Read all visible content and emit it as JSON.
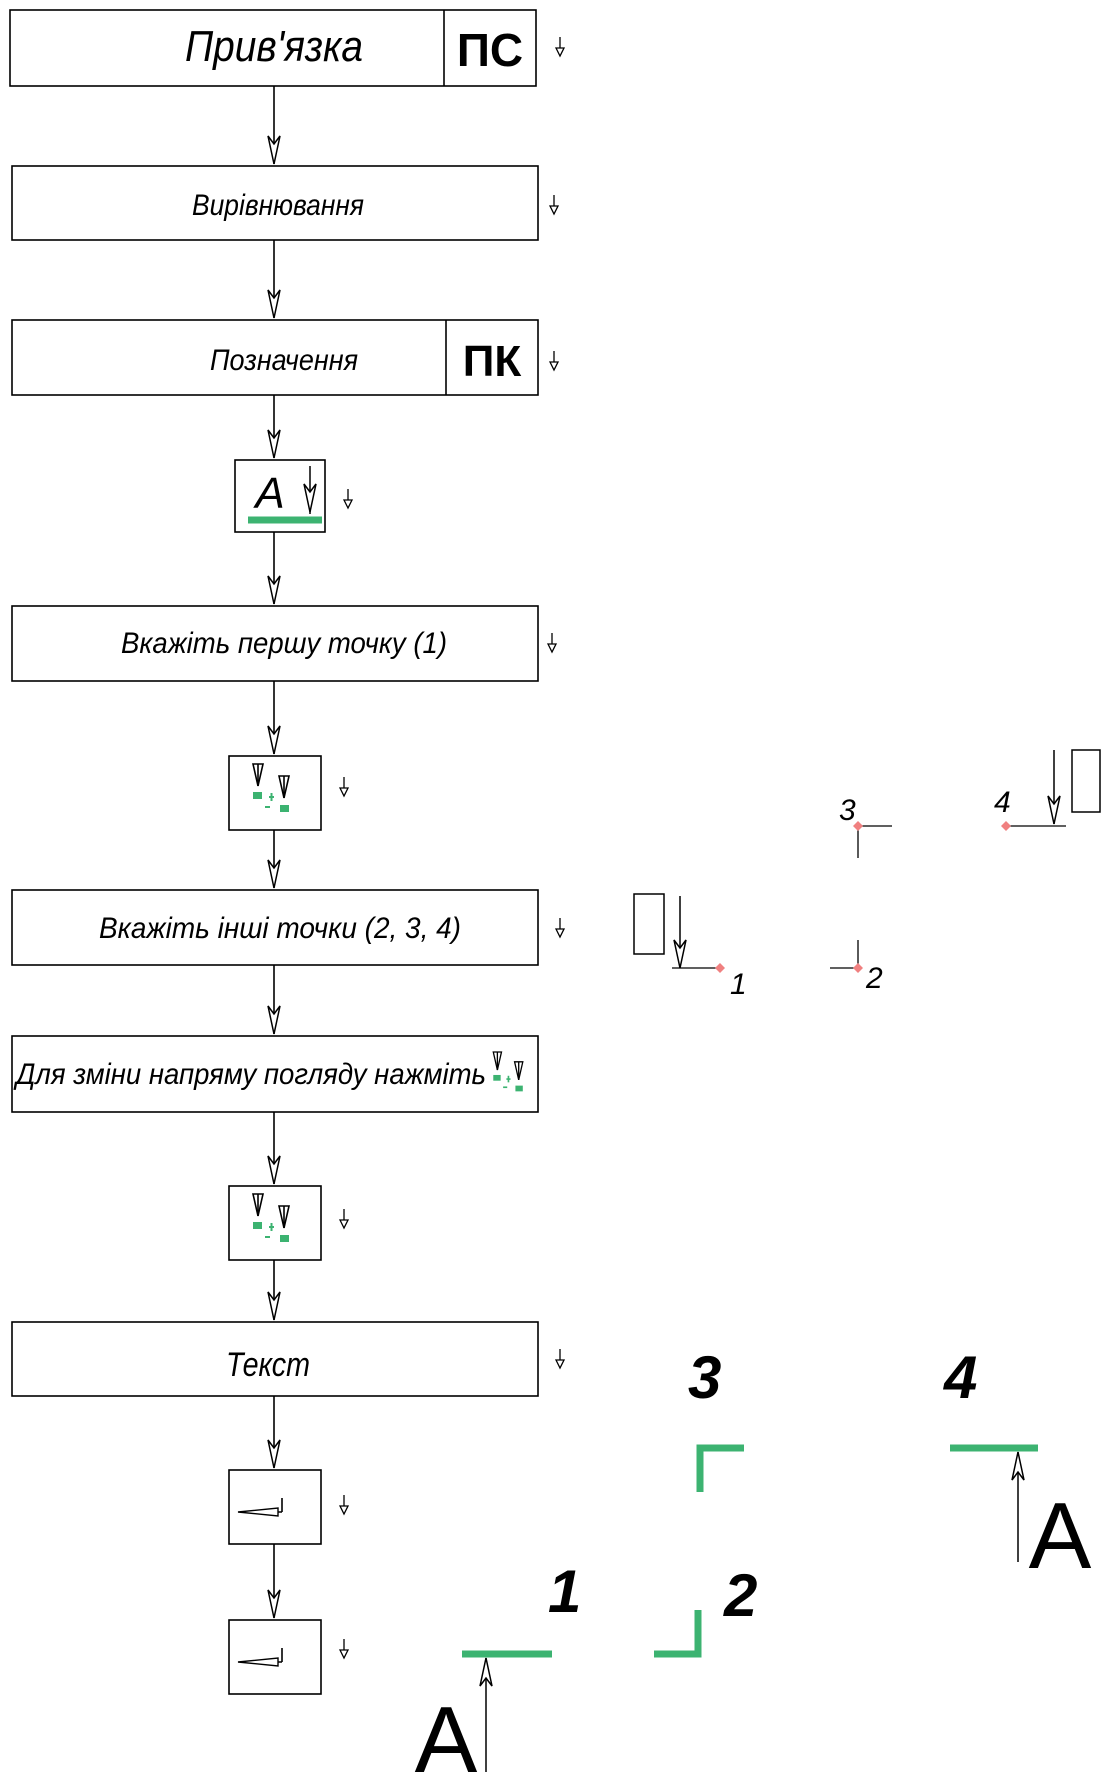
{
  "steps": {
    "binding": "Прив'язка",
    "binding_key": "ПС",
    "alignment": "Вирівнювання",
    "designation": "Позначення",
    "designation_key": "ПК",
    "symbol_letter": "A",
    "first_point": "Вкажіть першу точку (1)",
    "other_points": "Вкажіть інші точки (2, 3, 4)",
    "change_view": "Для зміни напряму погляду нажміть",
    "text": "Текст"
  },
  "sketch_top": {
    "p1": "1",
    "p2": "2",
    "p3": "3",
    "p4": "4"
  },
  "sketch_bottom": {
    "p1": "1",
    "p2": "2",
    "p3": "3",
    "p4": "4",
    "letter_a": "A",
    "letter_b": "A"
  },
  "colors": {
    "accent_green": "#3cb371",
    "point_marker": "#f08080"
  },
  "icons": [
    "down-arrow-icon",
    "direction-toggle-icon",
    "enter-key-icon"
  ]
}
